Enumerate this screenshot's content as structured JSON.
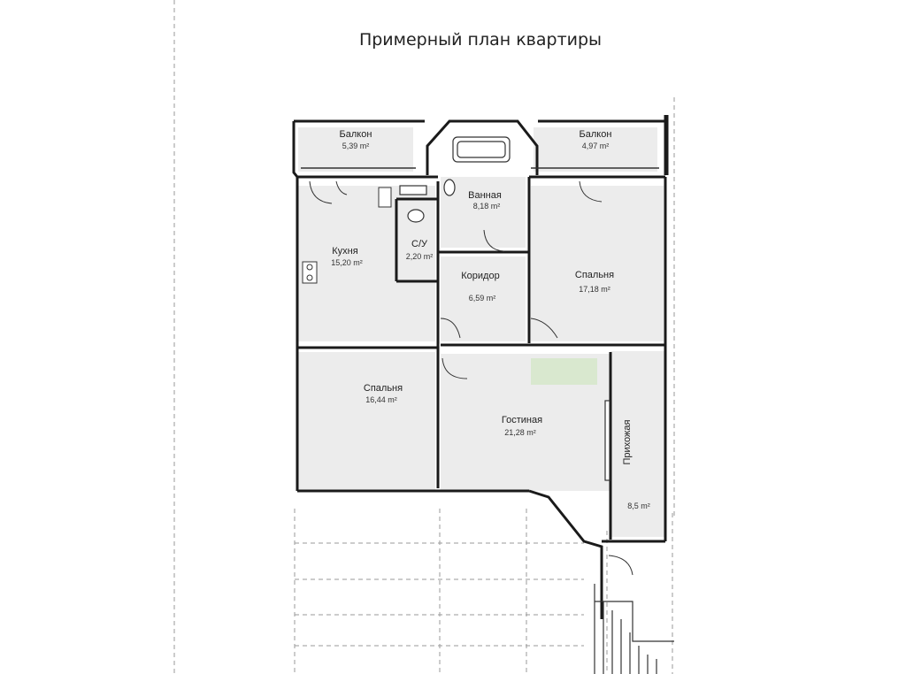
{
  "title": "Примерный план квартиры",
  "rooms": {
    "balcony_left": {
      "name": "Балкон",
      "area": "5,39 m²"
    },
    "balcony_right": {
      "name": "Балкон",
      "area": "4,97 m²"
    },
    "bathroom": {
      "name": "Ванная",
      "area": "8,18 m²"
    },
    "kitchen": {
      "name": "Кухня",
      "area": "15,20 m²"
    },
    "wc": {
      "name": "С/У",
      "area": "2,20 m²"
    },
    "corridor": {
      "name": "Коридор",
      "area": "6,59 m²"
    },
    "bedroom_right": {
      "name": "Спальня",
      "area": "17,18 m²"
    },
    "bedroom_left": {
      "name": "Спальня",
      "area": "16,44 m²"
    },
    "living": {
      "name": "Гостиная",
      "area": "21,28 m²"
    },
    "hallway": {
      "name": "Прихожая",
      "area": "8,5 m²"
    }
  },
  "colors": {
    "wall": "#1a1a1a",
    "floor": "#ececec",
    "grid": "#9a9a9a",
    "highlight": "#d9e8cf"
  }
}
